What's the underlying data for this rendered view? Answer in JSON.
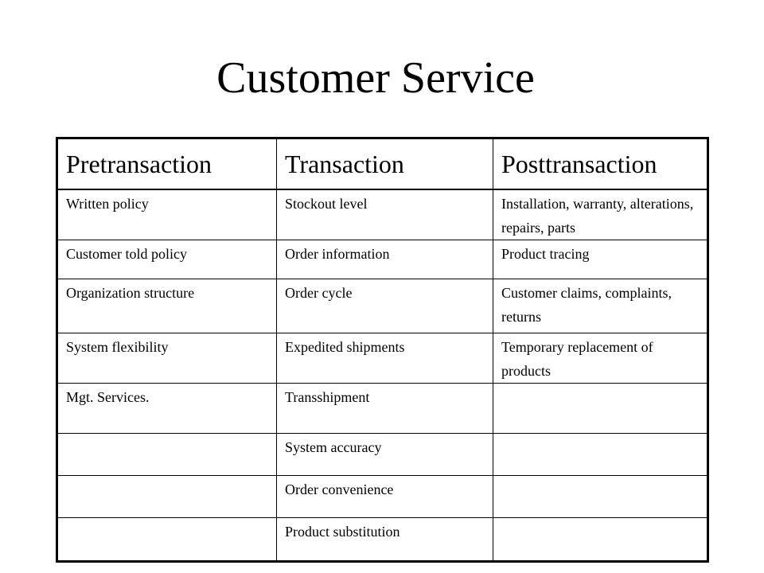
{
  "slide": {
    "title": "Customer Service"
  },
  "table": {
    "headers": [
      "Pretransaction",
      "Transaction",
      "Posttransaction"
    ],
    "rows": [
      [
        "Written policy",
        "Stockout level",
        "Installation, warranty, alterations, repairs, parts"
      ],
      [
        "Customer told policy",
        "Order information",
        "Product tracing"
      ],
      [
        "Organization structure",
        "Order cycle",
        "Customer claims, complaints, returns"
      ],
      [
        "System flexibility",
        "Expedited shipments",
        "Temporary replacement of products"
      ],
      [
        "Mgt. Services.",
        "Transshipment",
        ""
      ],
      [
        "",
        "System accuracy",
        ""
      ],
      [
        "",
        "Order convenience",
        ""
      ],
      [
        "",
        "Product substitution",
        ""
      ]
    ]
  }
}
